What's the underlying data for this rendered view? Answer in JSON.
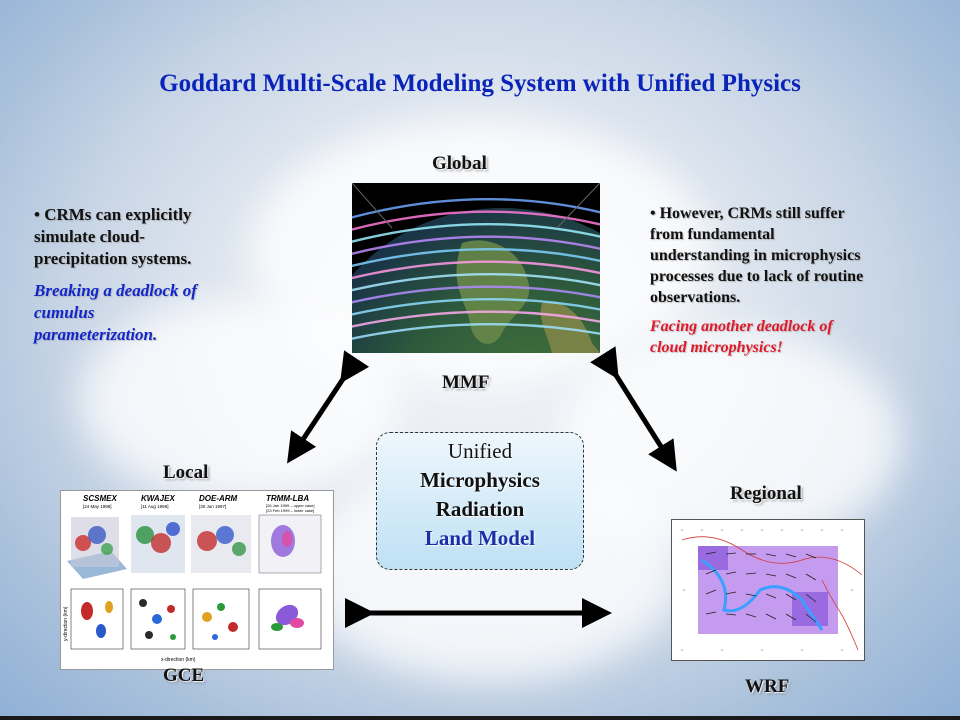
{
  "title": "Goddard Multi-Scale Modeling System with Unified Physics",
  "labels": {
    "global": "Global",
    "mmf": "MMF",
    "local": "Local",
    "gce": "GCE",
    "regional": "Regional",
    "wrf": "WRF"
  },
  "left_text": {
    "bullet": "• CRMs can explicitly simulate cloud-precipitation systems.",
    "bullet_lines": [
      "• CRMs can explicitly",
      "simulate cloud-",
      "precipitation systems."
    ],
    "emphasis_lines": [
      "Breaking a deadlock of",
      "cumulus",
      "parameterization."
    ]
  },
  "right_text": {
    "bullet_lines": [
      "• However, CRMs still suffer",
      "from fundamental",
      "understanding in microphysics",
      "processes due to lack of routine",
      "observations."
    ],
    "emphasis_lines": [
      "Facing another deadlock of",
      "cloud microphysics!"
    ]
  },
  "center_box": {
    "line1": "Unified",
    "line2": "Microphysics",
    "line3": "Radiation",
    "line4": "Land Model"
  },
  "gce_panel": {
    "headers": [
      "SCSMEX",
      "KWAJEX",
      "DOE-ARM",
      "TRMM-LBA"
    ],
    "dates": [
      "[24 May 1998]",
      "[11 Aug 1999]",
      "[30 Jun 1997]",
      "[26 Jan 1999 – upper case]",
      "[23 Feb 1999 – lower case]"
    ],
    "xlabel": "x-direction (km)",
    "ylabel": "y-direction (km)"
  },
  "colors": {
    "title": "#0a23b8",
    "emphasis_blue": "#1326c9",
    "emphasis_red": "#e0182a",
    "arrow": "#000000",
    "wrf_field": "#c59bf0"
  }
}
